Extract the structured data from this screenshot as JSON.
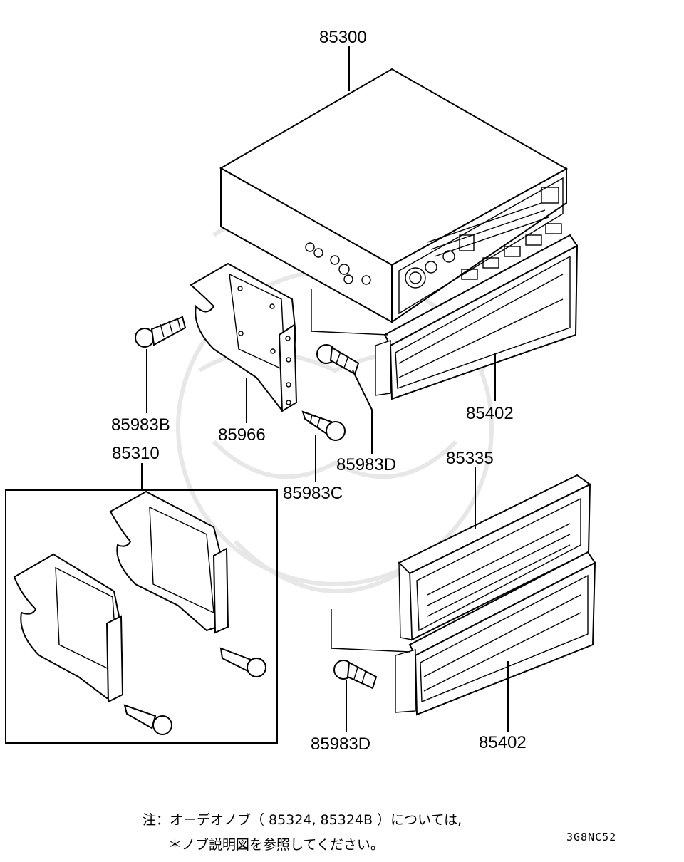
{
  "parts": {
    "radio_unit": "85300",
    "bracket_set": "85310",
    "bracket_right": "85966",
    "screw_b": "85983B",
    "screw_c": "85983C",
    "screw_d_upper": "85983D",
    "screw_d_lower": "85983D",
    "pocket_upper": "85402",
    "pocket_lower": "85402",
    "pocket_lid": "85335"
  },
  "note": {
    "line1": "注：オーデオノブ（ 85324, 85324B ）については,",
    "line2": "＊ノブ説明図を参照してください。"
  },
  "diagram_code": "3G8NC52"
}
